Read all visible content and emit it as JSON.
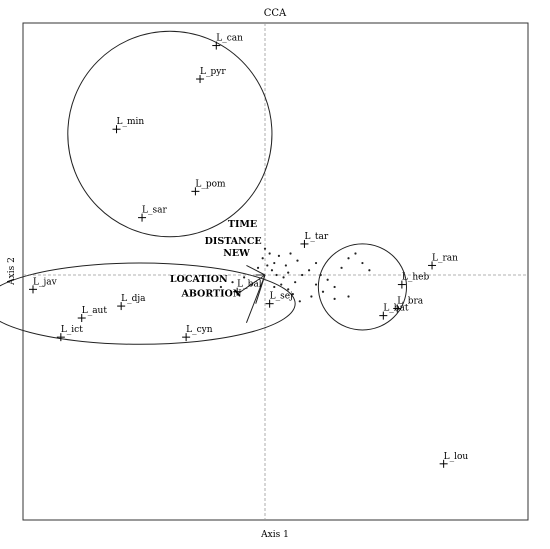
{
  "chart_data": {
    "type": "scatter",
    "title": "CCA",
    "xlabel": "Axis 1",
    "ylabel": "Axis 2",
    "xlim": [
      -1.0,
      1.0
    ],
    "ylim": [
      -1.0,
      1.0
    ],
    "grid": false,
    "origin_lines": true,
    "labeled_points": [
      {
        "label": "L_can",
        "x": -0.21,
        "y": 0.96
      },
      {
        "label": "L_pyr",
        "x": -0.28,
        "y": 0.82
      },
      {
        "label": "L_min",
        "x": -0.64,
        "y": 0.61
      },
      {
        "label": "L_pom",
        "x": -0.3,
        "y": 0.35
      },
      {
        "label": "L_sar",
        "x": -0.53,
        "y": 0.24
      },
      {
        "label": "L_tar",
        "x": 0.17,
        "y": 0.13
      },
      {
        "label": "L_ran",
        "x": 0.72,
        "y": 0.04
      },
      {
        "label": "L_heb",
        "x": 0.59,
        "y": -0.04
      },
      {
        "label": "L_bra",
        "x": 0.57,
        "y": -0.14
      },
      {
        "label": "L_bat",
        "x": 0.51,
        "y": -0.17
      },
      {
        "label": "L_sej",
        "x": 0.02,
        "y": -0.12
      },
      {
        "label": "L_bal",
        "x": -0.12,
        "y": -0.07
      },
      {
        "label": "L_jav",
        "x": -1.0,
        "y": -0.06
      },
      {
        "label": "L_dja",
        "x": -0.62,
        "y": -0.13
      },
      {
        "label": "L_aut",
        "x": -0.79,
        "y": -0.18
      },
      {
        "label": "L_ict",
        "x": -0.88,
        "y": -0.26
      },
      {
        "label": "L_cyn",
        "x": -0.34,
        "y": -0.26
      },
      {
        "label": "L_lou",
        "x": 0.77,
        "y": -0.79
      }
    ],
    "small_points": [
      {
        "x": 0.0,
        "y": 0.11
      },
      {
        "x": 0.02,
        "y": 0.09
      },
      {
        "x": 0.06,
        "y": 0.08
      },
      {
        "x": 0.04,
        "y": 0.05
      },
      {
        "x": 0.01,
        "y": 0.04
      },
      {
        "x": -0.01,
        "y": 0.07
      },
      {
        "x": -0.03,
        "y": 0.03
      },
      {
        "x": 0.03,
        "y": 0.02
      },
      {
        "x": 0.05,
        "y": 0.0
      },
      {
        "x": 0.08,
        "y": -0.01
      },
      {
        "x": 0.1,
        "y": 0.01
      },
      {
        "x": 0.07,
        "y": -0.04
      },
      {
        "x": 0.04,
        "y": -0.05
      },
      {
        "x": 0.1,
        "y": -0.06
      },
      {
        "x": 0.13,
        "y": -0.03
      },
      {
        "x": 0.16,
        "y": 0.0
      },
      {
        "x": 0.19,
        "y": 0.02
      },
      {
        "x": 0.22,
        "y": 0.05
      },
      {
        "x": 0.24,
        "y": 0.0
      },
      {
        "x": 0.27,
        "y": -0.02
      },
      {
        "x": 0.3,
        "y": -0.05
      },
      {
        "x": 0.33,
        "y": 0.03
      },
      {
        "x": 0.36,
        "y": 0.07
      },
      {
        "x": 0.39,
        "y": 0.09
      },
      {
        "x": 0.42,
        "y": 0.05
      },
      {
        "x": 0.45,
        "y": 0.02
      },
      {
        "x": 0.25,
        "y": -0.07
      },
      {
        "x": 0.3,
        "y": -0.1
      },
      {
        "x": 0.36,
        "y": -0.09
      },
      {
        "x": 0.2,
        "y": -0.09
      },
      {
        "x": 0.15,
        "y": -0.11
      },
      {
        "x": 0.12,
        "y": -0.08
      },
      {
        "x": 0.22,
        "y": -0.04
      },
      {
        "x": 0.09,
        "y": 0.04
      },
      {
        "x": 0.14,
        "y": 0.06
      },
      {
        "x": 0.11,
        "y": 0.09
      },
      {
        "x": -0.14,
        "y": -0.03
      },
      {
        "x": -0.19,
        "y": -0.05
      },
      {
        "x": -0.09,
        "y": -0.01
      },
      {
        "x": -0.06,
        "y": -0.04
      }
    ],
    "vectors": [
      {
        "label": "TIME",
        "x": 0.02,
        "y": 0.05
      },
      {
        "label": "DISTANCE",
        "x": 0.01,
        "y": 0.03
      },
      {
        "label": "NEW",
        "x": 0.03,
        "y": 0.02
      },
      {
        "label": "LOCATION",
        "x": 0.01,
        "y": 0.0
      },
      {
        "label": "ABORTION",
        "x": 0.02,
        "y": -0.01
      }
    ],
    "variable_labels": [
      {
        "label": "TIME",
        "x": -0.16,
        "y": 0.2
      },
      {
        "label": "DISTANCE",
        "x": -0.26,
        "y": 0.13
      },
      {
        "label": "NEW",
        "x": -0.18,
        "y": 0.08
      },
      {
        "label": "LOCATION",
        "x": -0.41,
        "y": -0.03
      },
      {
        "label": "ABORTION",
        "x": -0.36,
        "y": -0.09
      }
    ],
    "groups": [
      {
        "cx": -0.41,
        "cy": 0.59,
        "rx": 0.44,
        "ry": 0.43
      },
      {
        "cx": -0.54,
        "cy": -0.12,
        "rx": 0.67,
        "ry": 0.17
      },
      {
        "cx": 0.42,
        "cy": -0.05,
        "rx": 0.19,
        "ry": 0.18
      }
    ]
  }
}
